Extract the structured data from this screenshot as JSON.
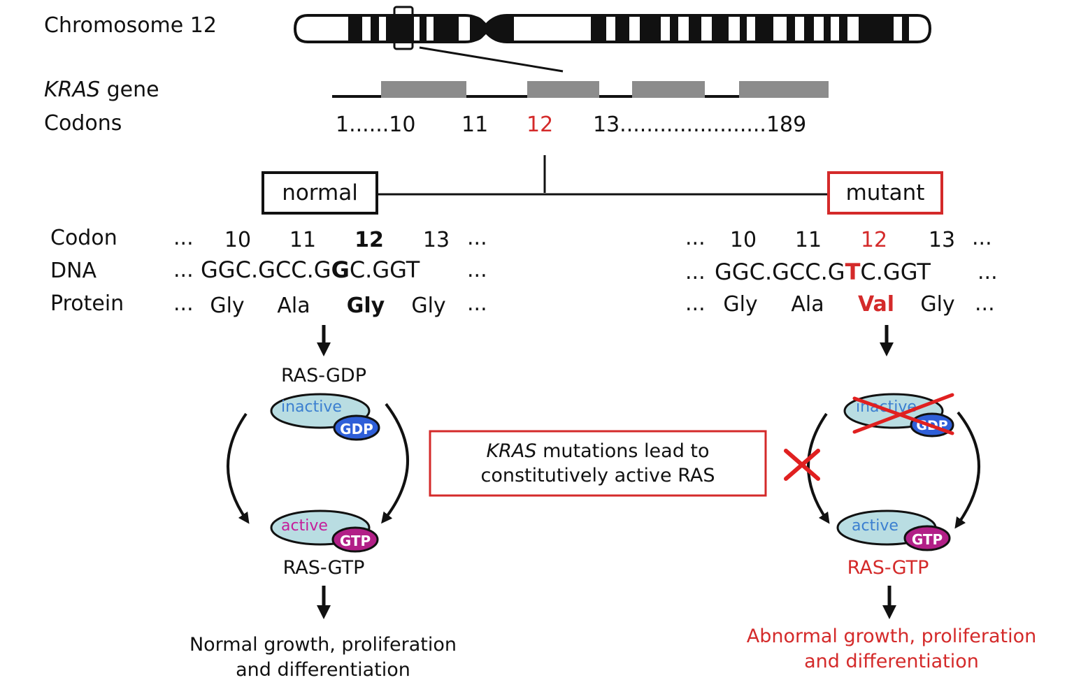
{
  "chromosome": {
    "label": "Chromosome 12"
  },
  "gene": {
    "name": "KRAS",
    "suffix": " gene",
    "codons_label": "Codons"
  },
  "codon_scale": [
    {
      "text": "1......10",
      "highlight": false
    },
    {
      "text": "11",
      "highlight": false
    },
    {
      "text": "12",
      "highlight": true
    },
    {
      "text": "13......................189",
      "highlight": false
    }
  ],
  "normal": {
    "title": "normal",
    "ellipsis": "...",
    "codons": [
      "10",
      "11",
      "12",
      "13"
    ],
    "dna": [
      "GGC",
      "GCC",
      "G",
      "G",
      "C",
      "GGT"
    ],
    "dna_sep": ".",
    "protein": [
      "Gly",
      "Ala",
      "Gly",
      "Gly"
    ],
    "top_label": "RAS-GDP",
    "bottom_label": "RAS-GTP",
    "outcome_line1": "Normal growth, proliferation",
    "outcome_line2": "and differentiation"
  },
  "mutant": {
    "title": "mutant",
    "ellipsis": "...",
    "codons": [
      "10",
      "11",
      "12",
      "13"
    ],
    "dna": [
      "GGC",
      "GCC",
      "G",
      "T",
      "C",
      "GGT"
    ],
    "dna_sep": ".",
    "protein": [
      "Gly",
      "Ala",
      "Val",
      "Gly"
    ],
    "bottom_label": "RAS-GTP",
    "outcome_line1": "Abnormal growth, proliferation",
    "outcome_line2": "and differentiation"
  },
  "row_labels": {
    "codon": "Codon",
    "dna": "DNA",
    "protein": "Protein"
  },
  "states": {
    "inactive": "inactive",
    "active": "active",
    "gdp": "GDP",
    "gtp": "GTP"
  },
  "message": {
    "gene": "KRAS",
    "line1_rest": " mutations lead to",
    "line2": "constitutively active RAS"
  },
  "colors": {
    "highlight": "#d42a2a",
    "inactive_text": "#3b7fd0",
    "active_text": "#c51d9a",
    "ellipse_fill": "#b9dde2",
    "gdp_fill": "#2f5fd8",
    "gtp_fill": "#b21f87",
    "exon_fill": "#8c8c8c"
  }
}
